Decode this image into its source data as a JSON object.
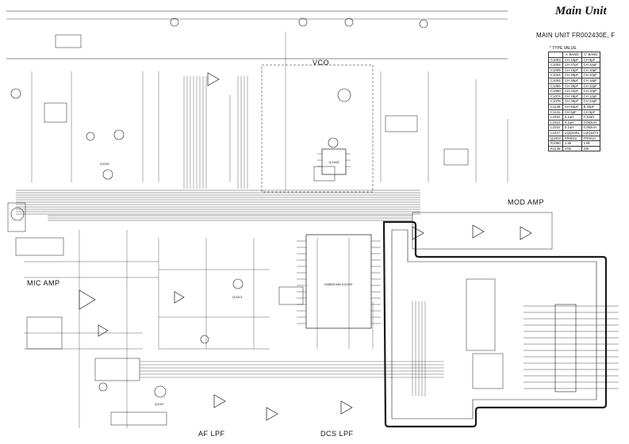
{
  "title": "Main Unit",
  "subtitle": "MAIN UNIT  FR002430E, F",
  "type_value": {
    "heading": "* TYPE VALUE",
    "columns": [
      "",
      "A' BAND",
      "C' BAND"
    ],
    "rows": [
      [
        "C1003",
        "CH 15pF",
        "CH 8pF"
      ],
      [
        "C1004",
        "CH 27pF",
        "CH 22pF"
      ],
      [
        "C1005",
        "CH 18pF",
        "CH 10pF"
      ],
      [
        "C1044",
        "CH 39pF",
        "CH 22pF"
      ],
      [
        "C1054",
        "CH 39pF",
        "CH 18pF"
      ],
      [
        "C1056",
        "CH 39pF",
        "CH 22pF"
      ],
      [
        "C1060",
        "CH 22pF",
        "CH 10pF"
      ],
      [
        "C1074",
        "CH 18pF",
        "CH 12pF"
      ],
      [
        "C1076",
        "CH 39pF",
        "CH 24pF"
      ],
      [
        "C1138",
        "CH 82pF",
        "B 33pF"
      ],
      [
        "C1141",
        "CH 5pF",
        "CH 5pF"
      ],
      [
        "L1010",
        "0.1uH",
        "0.33uH"
      ],
      [
        "L1013",
        "0.1uH",
        "0.082uH"
      ],
      [
        "L1016",
        "0.1uH",
        "0.082uH"
      ],
      [
        "L1017",
        "LQQ2401",
        "LQQ2374"
      ],
      [
        "Q1007",
        "FR0012",
        "FR0014"
      ],
      [
        "R1080",
        "1.5k",
        "1.8k"
      ],
      [
        "R1136",
        "47Ω",
        "22k"
      ]
    ]
  },
  "blocks": {
    "vco": "VCO",
    "mod_amp": "MOD AMP",
    "mic_amp": "MIC AMP",
    "af_lpf": "AF LPF",
    "dcs_lpf": "DCS LPF"
  },
  "chips": {
    "cpu": "M38267M8-XXXGP",
    "q1001": "Q1001",
    "q1013": "Q1013",
    "q1047": "Q1047",
    "ic1003": "IC1003"
  }
}
